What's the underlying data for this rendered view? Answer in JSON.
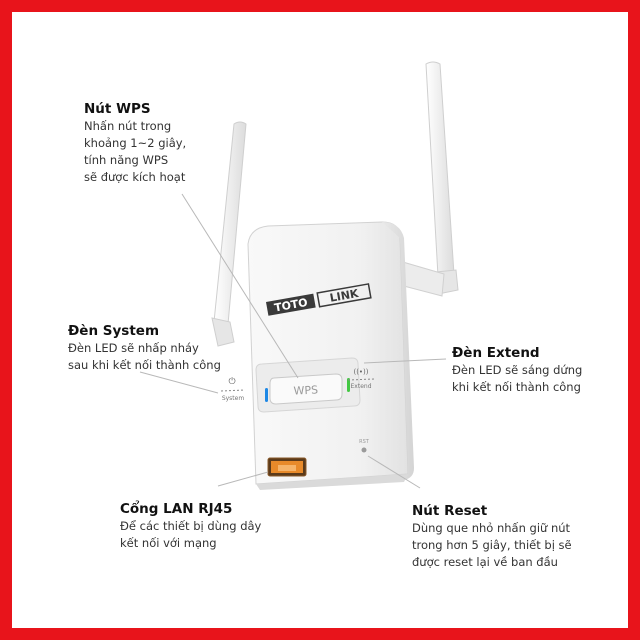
{
  "colors": {
    "border": "#e8141b",
    "device_body": "#f4f4f4",
    "system_led": "#1e88e5",
    "extend_led": "#43c843",
    "lan_port": "#e88a2a"
  },
  "device": {
    "brand": "TOTOLINK",
    "brand_part1": "TOTO",
    "brand_part2": "LINK",
    "wps_button_label": "WPS",
    "system_label": "System",
    "extend_label": "Extend",
    "reset_label": "RST"
  },
  "callouts": {
    "wps": {
      "title": "Nút WPS",
      "lines": [
        "Nhấn nút trong",
        "khoảng 1~2 giây,",
        "tính năng WPS",
        "sẽ được kích hoạt"
      ]
    },
    "system": {
      "title": "Đèn System",
      "lines": [
        "Đèn LED sẽ nhấp nháy",
        "sau khi kết nối thành công"
      ]
    },
    "extend": {
      "title": "Đèn Extend",
      "lines": [
        "Đèn LED sẽ sáng dứng",
        "khi kết nối thành công"
      ]
    },
    "lan": {
      "title": "Cổng LAN RJ45",
      "lines": [
        "Để các thiết bị dùng dây",
        "kết nối với mạng"
      ]
    },
    "reset": {
      "title": "Nút Reset",
      "lines": [
        "Dùng que nhỏ nhấn giữ nút",
        "trong hơn 5 giây, thiết bị sẽ",
        "được reset lại về ban đầu"
      ]
    }
  }
}
